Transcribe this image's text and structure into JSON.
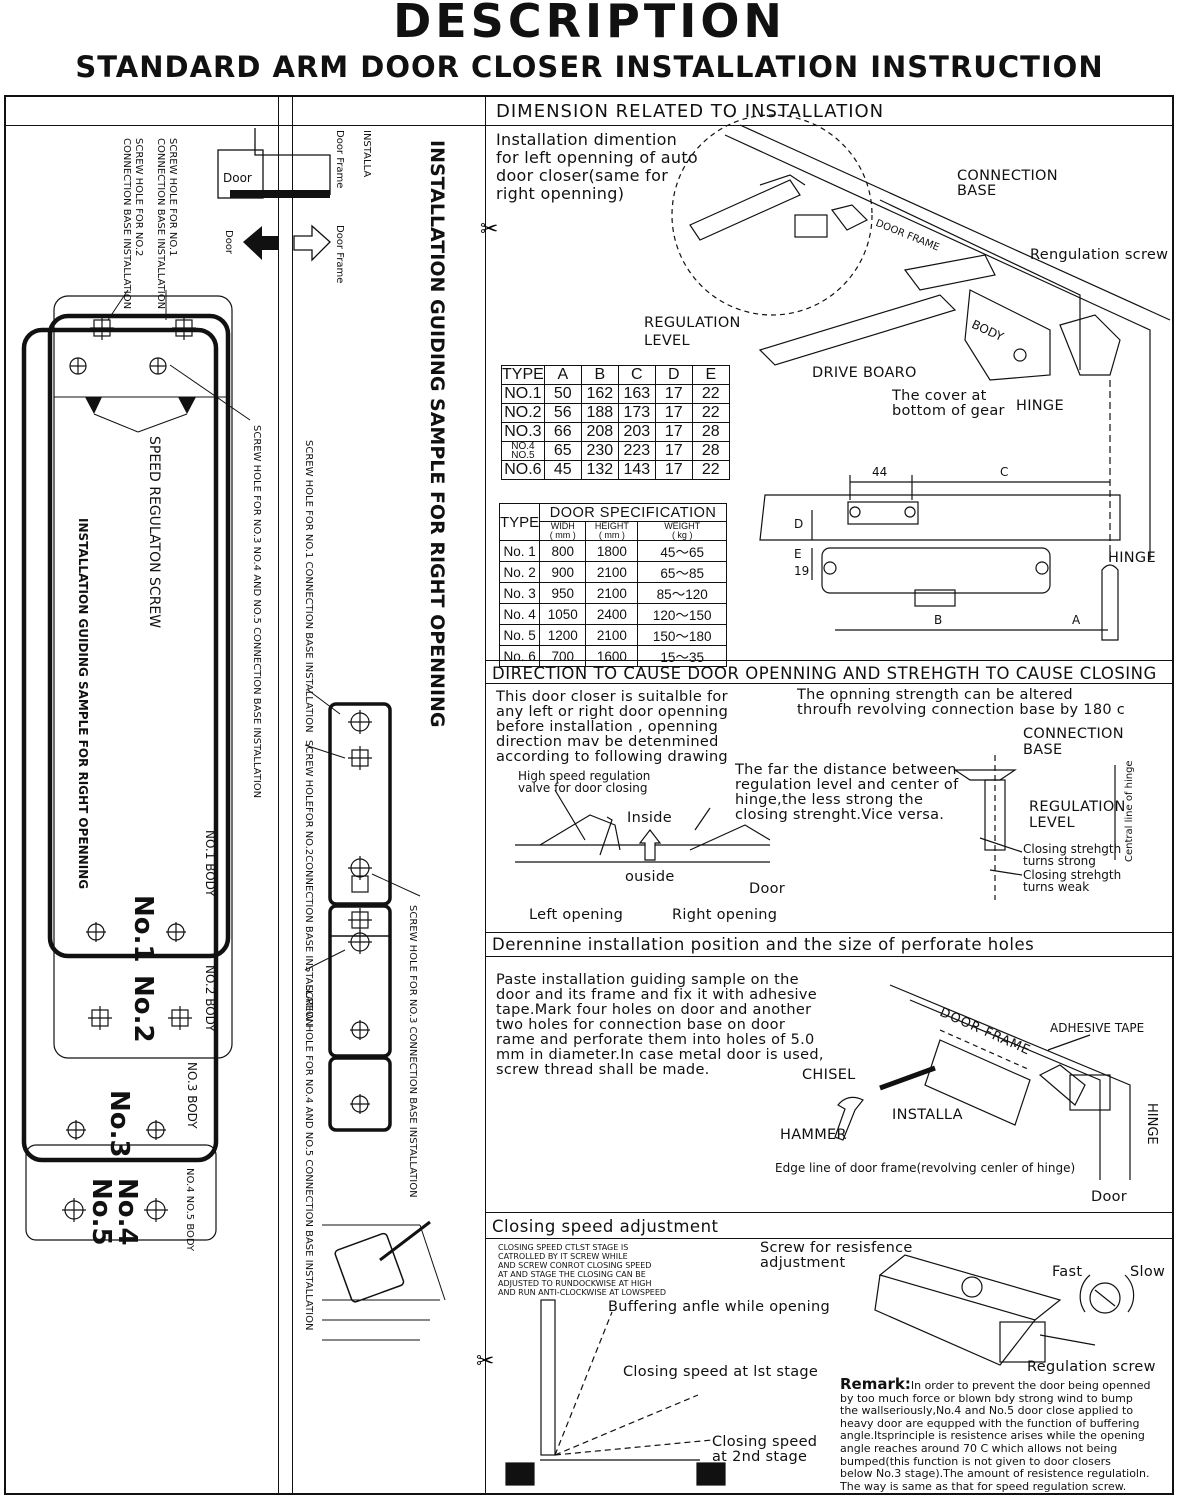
{
  "header": {
    "title": "DESCRIPTION",
    "subtitle": "STANDARD ARM DOOR CLOSER INSTALLATION INSTRUCTION"
  },
  "left": {
    "title_vertical": "INSTALLATION GUIDING SAMPLE FOR RIGHT OPENNING",
    "installa": "INSTALLA",
    "door_frame": "Door Frame",
    "door": "Door",
    "door2": "Door",
    "door_frame2": "Door Frame",
    "hole12_a": "SCREW HOLE FOR NO.1",
    "hole12_b": "CONNECTION BASE INSTALLATION",
    "hole12_c": "SCREW HOLE FOR NO.2",
    "hole12_d": "CONNECTION BASE INSTALLATION",
    "hole345": "SCREW HOLE FOR NO.3 NO.4 AND NO.5 CONNECTION BASE INSTALLATION",
    "speed_screw": "SPEED REGULATON SCREW",
    "guide_right": "INSTALLATION GUIDING SAMPLE FOR RIGHT OPENNING",
    "no1_body": "NO.1 BODY",
    "no2_body": "NO.2 BODY",
    "no3_body": "NO.3 BODY",
    "no45_body": "NO.4 NO.5 BODY",
    "no1": "No.1",
    "no2": "No.2",
    "no3": "No.3",
    "no4": "No.4",
    "no5": "No.5",
    "strip_no1": "SCREW HOLE FOR NO.1 CONNECTION BASE INSTALLATION",
    "strip_no2": "SCREW HOLEFOR NO.2CONNECTION BASE INSTALLATION",
    "strip_no3": "SCREW HOLE FOR NO.3 CONNECTION BASE INSTALLATION",
    "strip_no45": "SCREW HOLE FOR NO.4 AND NO.5 CONNECTION BASE INSTALLATION"
  },
  "sec1": {
    "title": "DIMENSION RELATED TO INSTALLATION",
    "intro": [
      "Installation dimention",
      "for left openning of auto",
      "door closer(same for",
      "right openning)"
    ],
    "connection_base": [
      "CONNECTION",
      "BASE"
    ],
    "regulation_screw": "Rengulation screw",
    "door_frame": "DOOR FRAME",
    "body": "BODY",
    "regulation_level": [
      "REGULATION",
      "LEVEL"
    ],
    "drive_board": "DRIVE BOARO",
    "cover": [
      "The cover at",
      "bottom of gear"
    ],
    "hinge": "HINGE",
    "dim_44": "44",
    "dim_c": "C",
    "dim_d": "D",
    "dim_e": "E",
    "dim_19": "19",
    "dim_b": "B",
    "dim_a": "A",
    "hinge2": "HINGE",
    "table1": {
      "headers": [
        "TYPE",
        "A",
        "B",
        "C",
        "D",
        "E"
      ],
      "rows": [
        [
          "NO.1",
          "50",
          "162",
          "163",
          "17",
          "22"
        ],
        [
          "NO.2",
          "56",
          "188",
          "173",
          "17",
          "22"
        ],
        [
          "NO.3",
          "66",
          "208",
          "203",
          "17",
          "28"
        ],
        [
          "NO.4 NO.5",
          "65",
          "230",
          "223",
          "17",
          "28"
        ],
        [
          "NO.6",
          "45",
          "132",
          "143",
          "17",
          "22"
        ]
      ]
    },
    "table2": {
      "type": "TYPE",
      "spec": "DOOR SPECIFICATION",
      "w": "WIDH",
      "h": "HEIGHT",
      "wt": "WEIGHT",
      "mm": "( mm )",
      "kg": "( kg )",
      "rows": [
        [
          "No. 1",
          "800",
          "1800",
          "45～65"
        ],
        [
          "No. 2",
          "900",
          "2100",
          "65～85"
        ],
        [
          "No. 3",
          "950",
          "2100",
          "85～120"
        ],
        [
          "No. 4",
          "1050",
          "2400",
          "120～150"
        ],
        [
          "No. 5",
          "1200",
          "2100",
          "150～180"
        ],
        [
          "No. 6",
          "700",
          "1600",
          "15～35"
        ]
      ]
    }
  },
  "sec2": {
    "title": "DIRECTION TO CAUSE DOOR OPENNING AND STREHGTH TO CAUSE CLOSING",
    "para1": [
      "This door closer is suitalble for",
      "any left or right door openning",
      "before installation , openning",
      "direction mav be detenmined",
      "according to following drawing"
    ],
    "para2": [
      "The opnning strength can be altered",
      "throufh revolving connection base by 180 c"
    ],
    "high_speed": [
      "High speed regulation",
      "valve for door closing"
    ],
    "inside": "Inside",
    "ouside": "ouside",
    "door": "Door",
    "left_open": "Left opening",
    "right_open": "Right opening",
    "far": [
      "The far the distance between",
      "regulation level and center of",
      "hinge,the less strong the",
      "closing strenght.Vice versa."
    ],
    "conn_base": [
      "CONNECTION",
      "BASE"
    ],
    "reg_level": [
      "REGULATION",
      "LEVEL"
    ],
    "strong": [
      "Closing strehgth",
      "turns strong"
    ],
    "weak": [
      "Closing strehgth",
      "turns weak"
    ],
    "central": "Central line of hinge"
  },
  "sec3": {
    "title": "Derennine installation position and the size of perforate holes",
    "para": [
      "Paste installation guiding sample on the",
      "door and its frame and fix it with adhesive",
      "tape.Mark four holes on door and another",
      "two holes for connection base on door",
      "rame and perforate them into holes of 5.0",
      "mm in diameter.In case metal door is used,",
      "screw thread shall be made."
    ],
    "door_frame": "DOOR FRAME",
    "adhesive": "ADHESIVE TAPE",
    "chisel": "CHISEL",
    "installa": "INSTALLA",
    "hammer": "HAMMER",
    "hinge": "HINGE",
    "edge": "Edge line of door frame(revolving cenler of hinge)",
    "door": "Door"
  },
  "sec4": {
    "title": "Closing speed adjustment",
    "small": [
      "CLOSING SPEED CTLST STAGE IS",
      "CATROLLED BY IT SCREW WHILE",
      "AND SCREW CONROT CLOSING SPEED",
      "AT AND STAGE THE CLOSING CAN BE",
      "ADJUSTED TO RUNDOCKWISE AT HIGH",
      "AND RUN ANTI-CLOCKWISE AT LOWSPEED"
    ],
    "buffering": "Buffering anfle while opening",
    "stage1": "Closing speed at lst stage",
    "stage2": [
      "Closing speed",
      "at 2nd stage"
    ],
    "screw_res": [
      "Screw for resisfence",
      "adjustment"
    ],
    "fast": "Fast",
    "slow": "Slow",
    "reg_screw": "Regulation screw",
    "remark_label": "Remark:",
    "remark": [
      "In order to prevent the door being openned",
      "by too much force or blown bdy strong wind to bump",
      "the wallseriously,No.4 and No.5 door close applied to",
      "heavy door are equpped with the function of buffering",
      "angle.Itsprinciple is resistence arises while the opening",
      "angle reaches around 70 C which allows not being",
      "bumped(this function is not given to door closers",
      "below No.3 stage).The amount of resistence regulatioln.",
      "The way is same as that for speed regulation screw."
    ]
  }
}
